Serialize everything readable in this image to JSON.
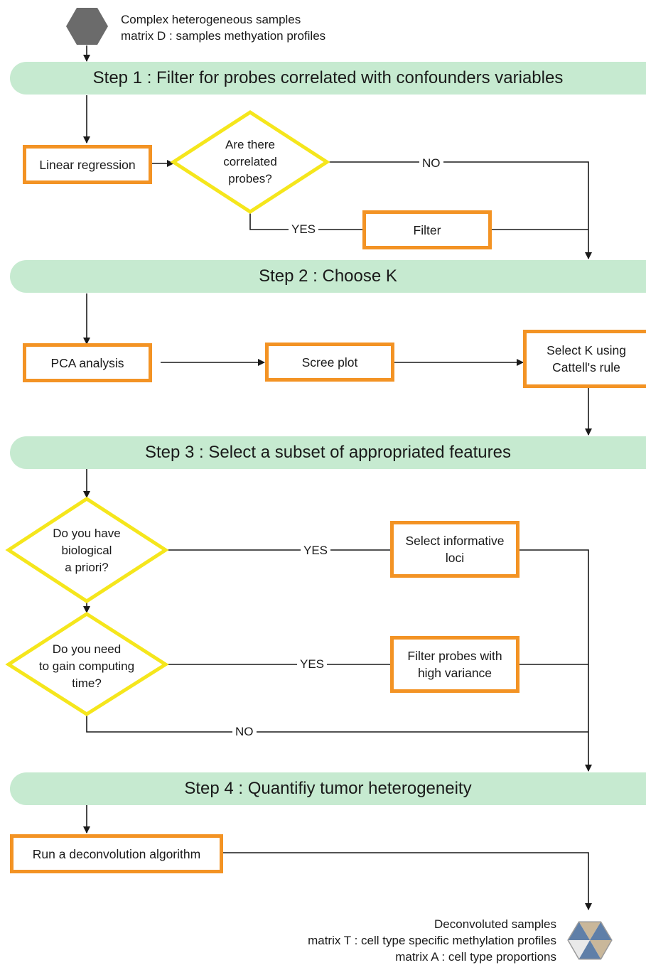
{
  "input": {
    "line1": "Complex heterogeneous samples",
    "line2": "matrix D : samples methyation profiles"
  },
  "steps": {
    "step1": "Step 1 : Filter for probes correlated with confounders variables",
    "step2": "Step 2 : Choose K",
    "step3": "Step 3 : Select a subset of appropriated features",
    "step4": "Step 4 : Quantifiy tumor heterogeneity"
  },
  "nodes": {
    "linear_regression": "Linear regression",
    "correlated_q": [
      "Are there",
      "correlated",
      "probes?"
    ],
    "filter": "Filter",
    "pca": "PCA analysis",
    "scree": "Scree plot",
    "select_k": [
      "Select K using",
      "Cattell's rule"
    ],
    "biological_q": [
      "Do you have",
      "biological",
      "a priori?"
    ],
    "computing_q": [
      "Do you need",
      "to gain computing",
      "time?"
    ],
    "select_loci": [
      "Select informative",
      "loci"
    ],
    "filter_variance": [
      "Filter probes with",
      "high variance"
    ],
    "deconvolution": "Run a deconvolution algorithm"
  },
  "edge_labels": {
    "no1": "NO",
    "yes1": "YES",
    "yes2": "YES",
    "yes3": "YES",
    "no2": "NO"
  },
  "output": {
    "line1": "Deconvoluted samples",
    "line2": "matrix T : cell type specific methylation profiles",
    "line3": "matrix A : cell type proportions"
  },
  "colors": {
    "band": "#c6ead0",
    "box_border": "#f39324",
    "diamond_border": "#f5e61c",
    "hexagon_input": "#6b6b6b"
  }
}
